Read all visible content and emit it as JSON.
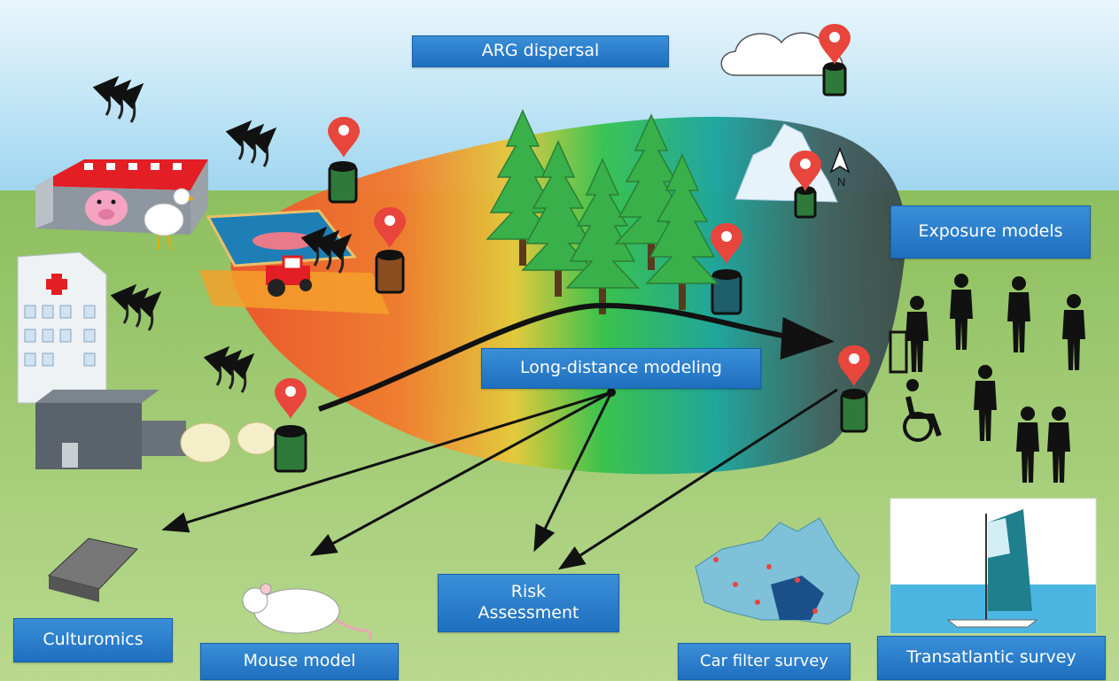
{
  "labels": {
    "arg_dispersal": "ARG dispersal",
    "exposure_models": "Exposure models",
    "long_distance_modeling": "Long-distance modeling",
    "risk_line1": "Risk",
    "risk_line2": "Assessment",
    "culturomics": "Culturomics",
    "mouse_model": "Mouse model",
    "car_filter_survey": "Car filter survey",
    "transatlantic_survey": "Transatlantic survey",
    "north": "N"
  },
  "icons": [
    "farm-barn-icon",
    "pig-icon",
    "chicken-icon",
    "fish-pond-icon",
    "tractor-icon",
    "hospital-icon",
    "wastewater-plant-icon",
    "air-sampler-icon",
    "location-pin-icon",
    "wind-arrows-icon",
    "tree-icon",
    "cloud-icon",
    "iceberg-icon",
    "compass-north-icon",
    "people-icon",
    "wheelchair-icon",
    "microplate-icon",
    "mouse-icon",
    "canada-map-icon",
    "sailboat-icon"
  ],
  "colors": {
    "sky_top": "#bfe3f7",
    "grass": "#a9cf79",
    "label_blue": "#2a7fd0",
    "pin_red": "#e8453c",
    "sampler_green": "#2f7a3a",
    "sampler_brown": "#8a4d1f",
    "sampler_teal": "#1f5f6b",
    "plume_red": "#ef4a2a",
    "plume_green": "#2cc24a",
    "plume_teal": "#2a9aa0",
    "plume_dark": "#3c5050"
  }
}
